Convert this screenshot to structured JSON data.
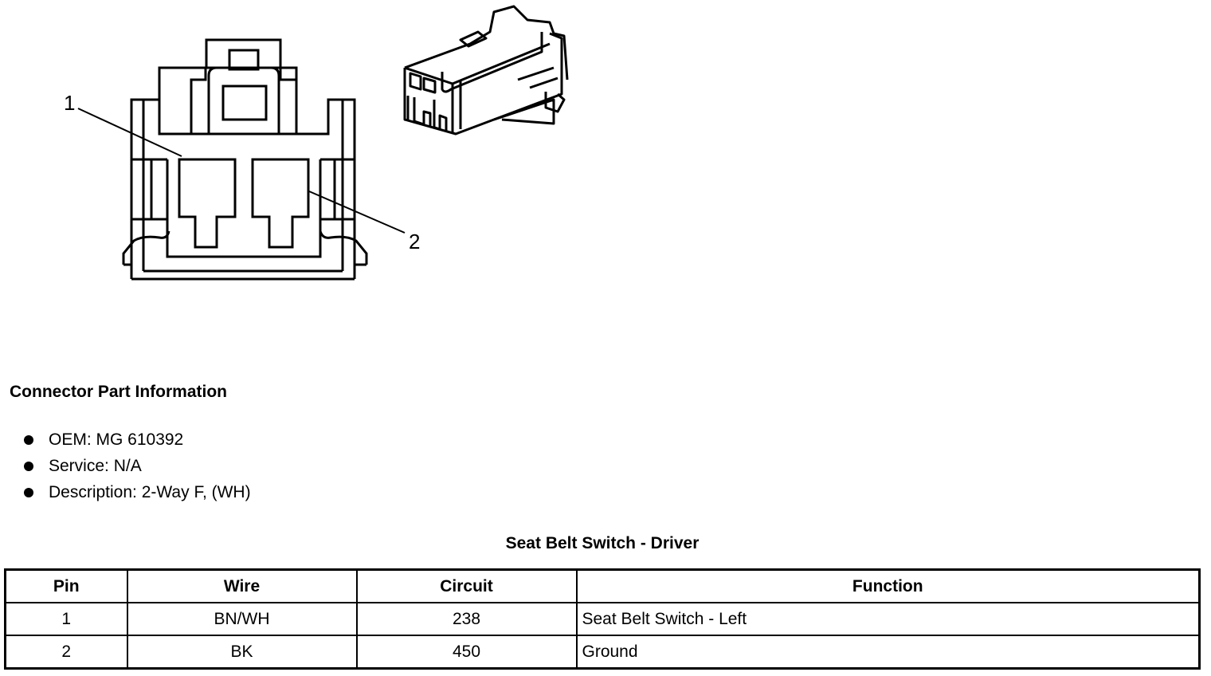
{
  "diagram": {
    "pin_labels": [
      "1",
      "2"
    ]
  },
  "connector_info": {
    "title": "Connector Part Information",
    "items": [
      "OEM: MG 610392",
      "Service: N/A",
      "Description: 2-Way F, (WH)"
    ]
  },
  "pin_table": {
    "title": "Seat Belt Switch - Driver",
    "headers": [
      "Pin",
      "Wire",
      "Circuit",
      "Function"
    ],
    "rows": [
      [
        "1",
        "BN/WH",
        "238",
        "Seat Belt Switch - Left"
      ],
      [
        "2",
        "BK",
        "450",
        "Ground"
      ]
    ]
  }
}
